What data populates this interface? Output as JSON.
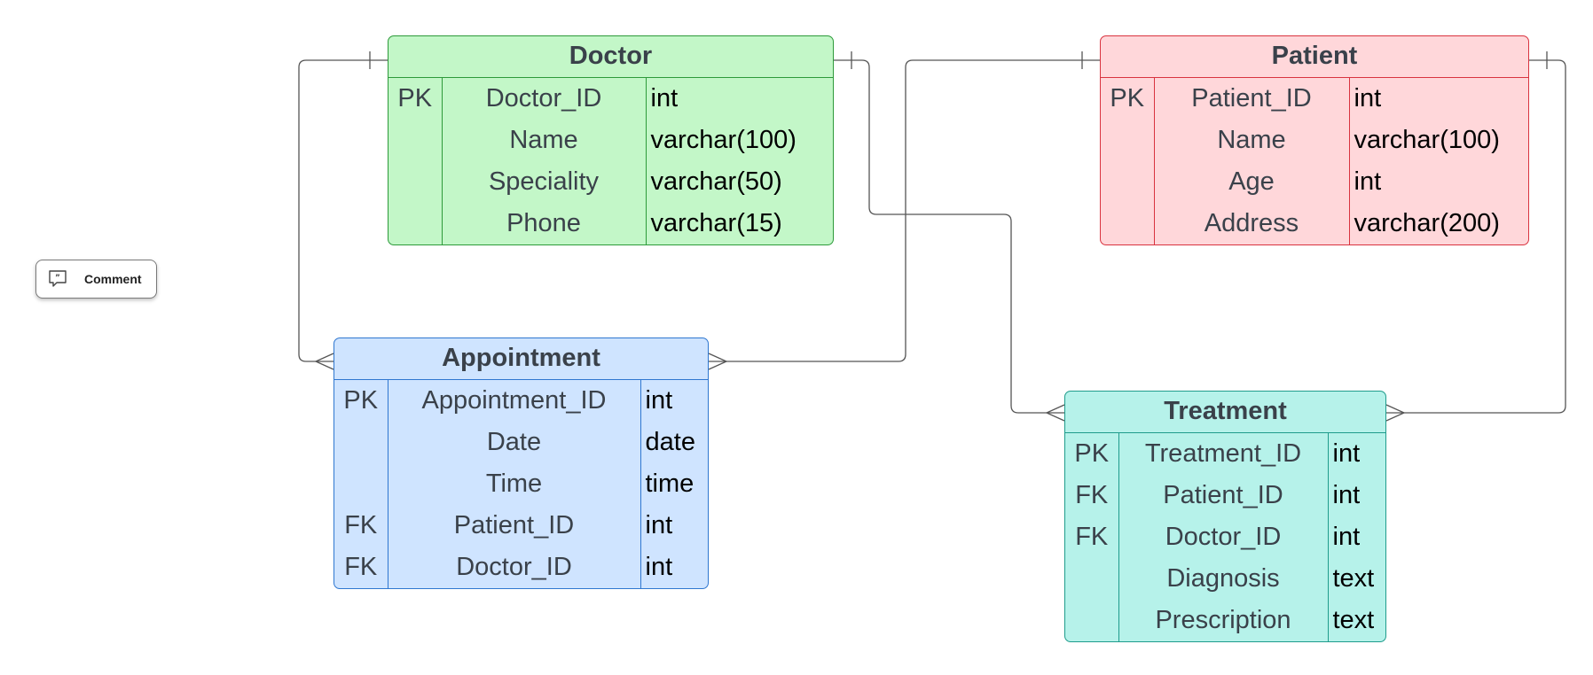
{
  "comment_button": {
    "label": "Comment",
    "icon": "comment-icon"
  },
  "entities": {
    "doctor": {
      "name": "Doctor",
      "rows": [
        {
          "key": "PK",
          "field": "Doctor_ID",
          "type": "int"
        },
        {
          "key": "",
          "field": "Name",
          "type": "varchar(100)"
        },
        {
          "key": "",
          "field": "Speciality",
          "type": "varchar(50)"
        },
        {
          "key": "",
          "field": "Phone",
          "type": "varchar(15)"
        }
      ]
    },
    "patient": {
      "name": "Patient",
      "rows": [
        {
          "key": "PK",
          "field": "Patient_ID",
          "type": "int"
        },
        {
          "key": "",
          "field": "Name",
          "type": "varchar(100)"
        },
        {
          "key": "",
          "field": "Age",
          "type": "int"
        },
        {
          "key": "",
          "field": "Address",
          "type": "varchar(200)"
        }
      ]
    },
    "appointment": {
      "name": "Appointment",
      "rows": [
        {
          "key": "PK",
          "field": "Appointment_ID",
          "type": "int"
        },
        {
          "key": "",
          "field": "Date",
          "type": "date"
        },
        {
          "key": "",
          "field": "Time",
          "type": "time"
        },
        {
          "key": "FK",
          "field": "Patient_ID",
          "type": "int"
        },
        {
          "key": "FK",
          "field": "Doctor_ID",
          "type": "int"
        }
      ]
    },
    "treatment": {
      "name": "Treatment",
      "rows": [
        {
          "key": "PK",
          "field": "Treatment_ID",
          "type": "int"
        },
        {
          "key": "FK",
          "field": "Patient_ID",
          "type": "int"
        },
        {
          "key": "FK",
          "field": "Doctor_ID",
          "type": "int"
        },
        {
          "key": "",
          "field": "Diagnosis",
          "type": "text"
        },
        {
          "key": "",
          "field": "Prescription",
          "type": "text"
        }
      ]
    }
  },
  "relationships": [
    {
      "from": "Doctor",
      "to": "Appointment",
      "from_cardinality": "one",
      "to_cardinality": "many"
    },
    {
      "from": "Patient",
      "to": "Appointment",
      "from_cardinality": "one",
      "to_cardinality": "many"
    },
    {
      "from": "Doctor",
      "to": "Treatment",
      "from_cardinality": "one",
      "to_cardinality": "many"
    },
    {
      "from": "Patient",
      "to": "Treatment",
      "from_cardinality": "one",
      "to_cardinality": "many"
    }
  ],
  "colors": {
    "doctor_fill": "#c3f7c8",
    "doctor_border": "#2d9a3a",
    "patient_fill": "#ffd7da",
    "patient_border": "#d9333f",
    "appointment_fill": "#cfe4ff",
    "appointment_border": "#2f77d0",
    "treatment_fill": "#b6f2ea",
    "treatment_border": "#1f9c8c",
    "connector": "#555555"
  }
}
